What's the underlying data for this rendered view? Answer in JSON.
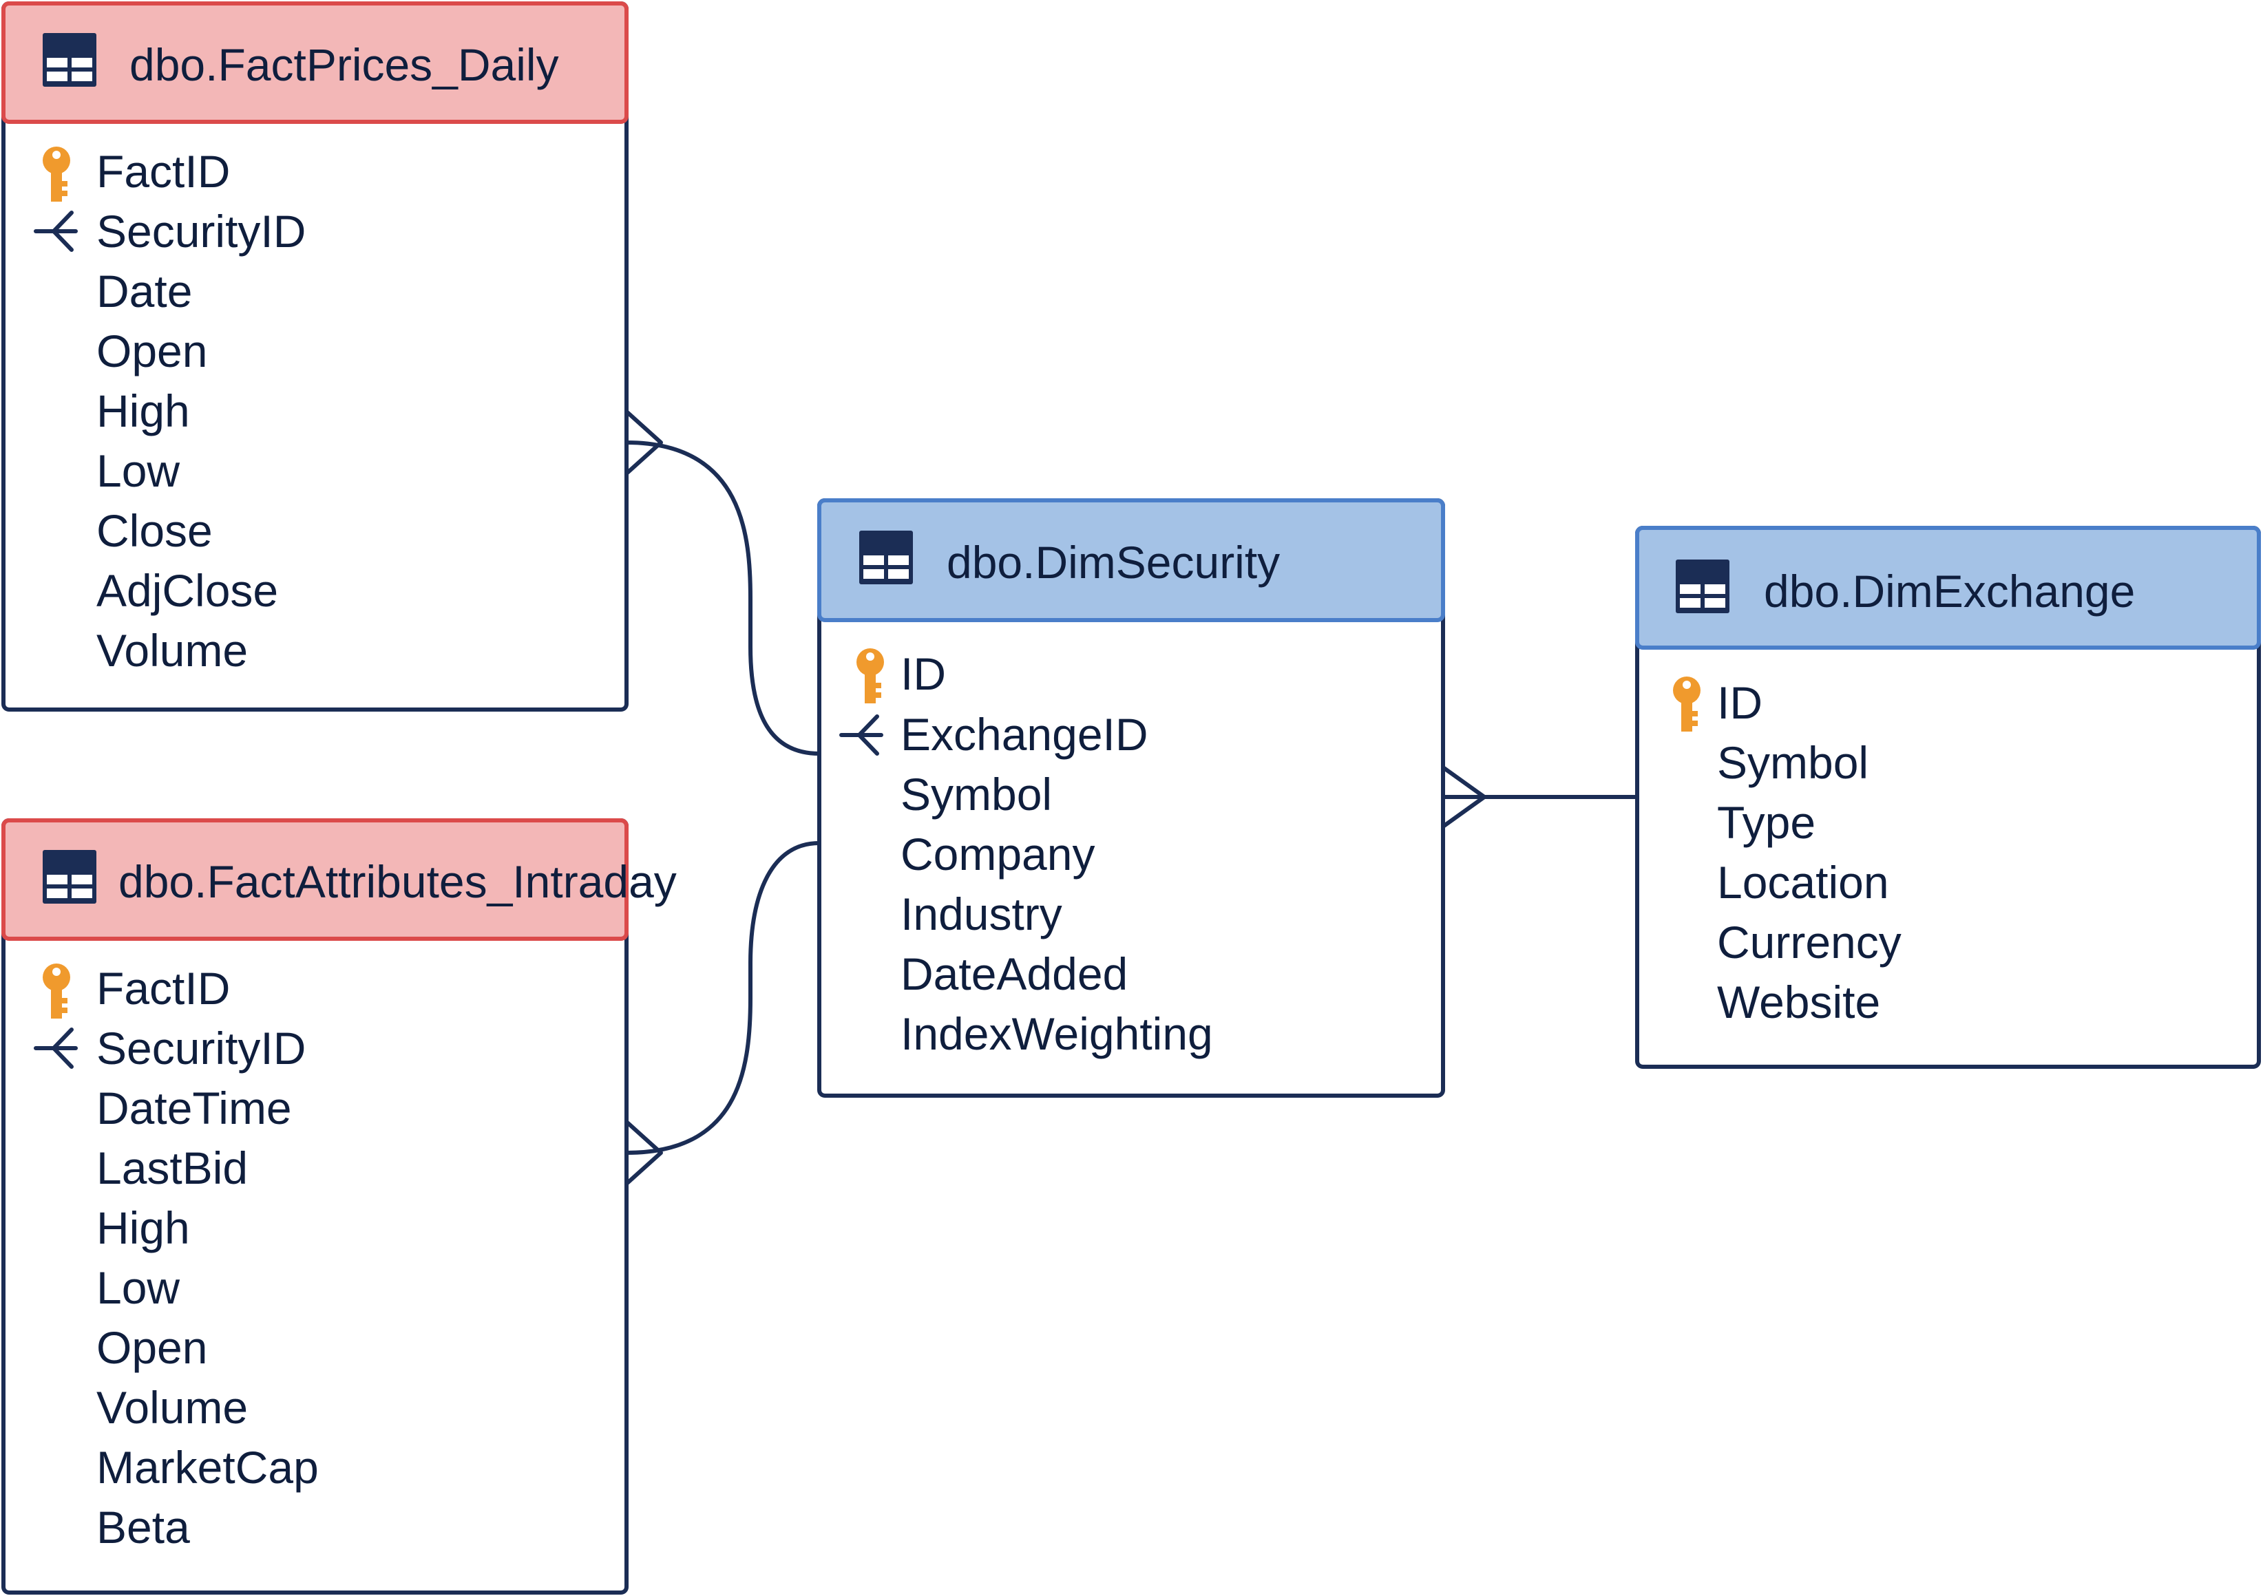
{
  "tables": {
    "fact_prices_daily": {
      "title": "dbo.FactPrices_Daily",
      "columns": [
        "FactID",
        "SecurityID",
        "Date",
        "Open",
        "High",
        "Low",
        "Close",
        "AdjClose",
        "Volume"
      ]
    },
    "fact_attributes_intraday": {
      "title": "dbo.FactAttributes_Intraday",
      "columns": [
        "FactID",
        "SecurityID",
        "DateTime",
        "LastBid",
        "High",
        "Low",
        "Open",
        "Volume",
        "MarketCap",
        "Beta"
      ]
    },
    "dim_security": {
      "title": "dbo.DimSecurity",
      "columns": [
        "ID",
        "ExchangeID",
        "Symbol",
        "Company",
        "Industry",
        "DateAdded",
        "IndexWeighting"
      ]
    },
    "dim_exchange": {
      "title": "dbo.DimExchange",
      "columns": [
        "ID",
        "Symbol",
        "Type",
        "Location",
        "Currency",
        "Website"
      ]
    }
  },
  "colors": {
    "fact_header": "#f3b7b7",
    "fact_border": "#db4a4a",
    "dim_header": "#a4c2e6",
    "dim_border": "#4a7ec9",
    "line": "#1b2d55",
    "key": "#f09a2d"
  },
  "icons": {
    "table": "table-grid-icon",
    "primary_key": "key-icon",
    "foreign_key": "foreign-key-icon"
  }
}
